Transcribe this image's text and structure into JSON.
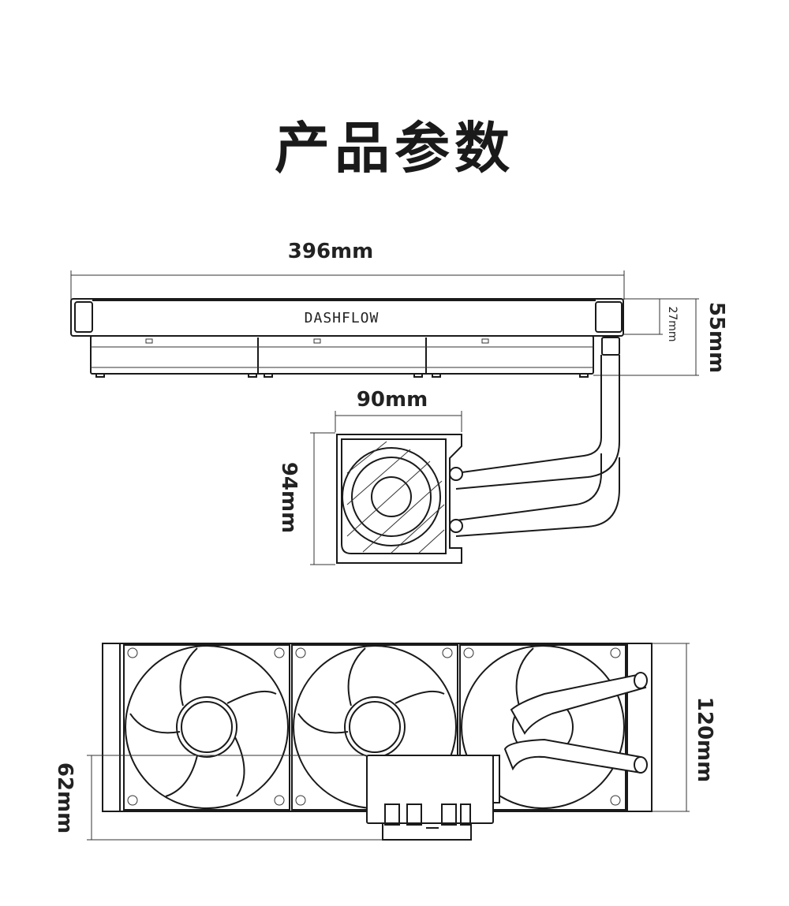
{
  "title": "产品参数",
  "brand": "DASHFLOW",
  "dimensions": {
    "radiator_length": "396mm",
    "radiator_thickness": "27mm",
    "total_height": "55mm",
    "pump_width": "90mm",
    "pump_height": "94mm",
    "fan_height": "120mm",
    "pump_depth": "62mm"
  }
}
